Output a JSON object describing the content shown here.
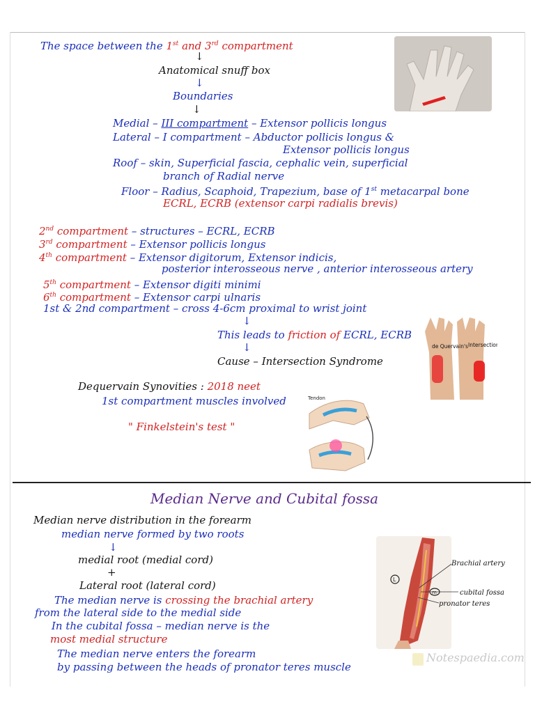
{
  "top": {
    "line1": {
      "a": "The space between the",
      "b": "1",
      "b_sup": "st",
      "c": "and 3",
      "c_sup": "rd",
      "d": "compartment"
    },
    "arrow": "↓",
    "snuffbox": "Anatomical snuff box",
    "boundaries": "Boundaries",
    "medial": {
      "label": "Medial",
      "dash": "–",
      "comp": "III compartment",
      "rest": "– Extensor pollicis longus"
    },
    "lateral": {
      "label": "Lateral",
      "dash": "–",
      "comp": "I compartment",
      "rest": "– Abductor pollicis longus &",
      "rest2": "Extensor pollicis longus"
    },
    "roof": {
      "label": "Roof",
      "text": "– skin, Superficial fascia, cephalic vein, superficial",
      "text2": "branch of Radial nerve"
    },
    "floor": {
      "label": "Floor",
      "text": "– Radius, Scaphoid, Trapezium, base of 1",
      "sup": "st",
      "text_end": "metacarpal bone",
      "text2": "ECRL, ECRB (extensor carpi radialis brevis)"
    }
  },
  "compartments": [
    {
      "num": "2",
      "sup": "nd",
      "name": "compartment",
      "text": "– structures – ECRL, ECRB"
    },
    {
      "num": "3",
      "sup": "rd",
      "name": "compartment",
      "text": "– Extensor pollicis longus"
    },
    {
      "num": "4",
      "sup": "th",
      "name": "compartment",
      "text": "– Extensor digitorum, Extensor indicis,",
      "text2": "posterior interosseous nerve , anterior interosseous artery"
    },
    {
      "num": "5",
      "sup": "th",
      "name": "compartment",
      "text": "– Extensor digiti minimi"
    },
    {
      "num": "6",
      "sup": "th",
      "name": "compartment",
      "text": "– Extensor carpi ulnaris"
    }
  ],
  "cross": {
    "label": "1st & 2nd compartment",
    "text": "– cross 4-6cm proximal to wrist joint",
    "arrow": "↓",
    "friction_a": "This leads to",
    "friction_b": "friction of",
    "friction_c": "ECRL, ECRB",
    "cause": "Cause – Intersection Syndrome"
  },
  "dequervain": {
    "title": "Dequervain Synovities :",
    "neet": "2018 neet",
    "line2": "1st compartment muscles involved",
    "test": "\" Finkelstein's test \""
  },
  "images": {
    "wrist_labels": {
      "left": "de Quervain's",
      "right": "Intersection Syndrome"
    },
    "tendon_label": "Tendon",
    "arm_labels": {
      "brachial": "Brachial artery",
      "cubital": "cubital fossa",
      "pronator": "pronator teres"
    },
    "arm_markers": {
      "l": "L",
      "m": "m"
    }
  },
  "median": {
    "heading": "Median Nerve and Cubital fossa",
    "l1": "Median nerve distribution in the forearm",
    "l2": "median nerve formed by two roots",
    "arrow": "↓",
    "l3": "medial root (medial cord)",
    "plus": "+",
    "l4": "Lateral root (lateral cord)",
    "l5a": "The median nerve is",
    "l5b": "crossing the brachial artery",
    "l6": "from the lateral side to the medial side",
    "l7": "In the cubital fossa – median nerve is the",
    "l8": "most medial structure",
    "l9": "The median nerve enters the forearm",
    "l10": "by passing between the heads of pronator teres muscle"
  },
  "watermark": "Notespaedia.com",
  "colors": {
    "blue_ink": "#1a2fb8",
    "red_ink": "#d22222",
    "purple_ink": "#5a2a8a",
    "black_ink": "#141414"
  }
}
